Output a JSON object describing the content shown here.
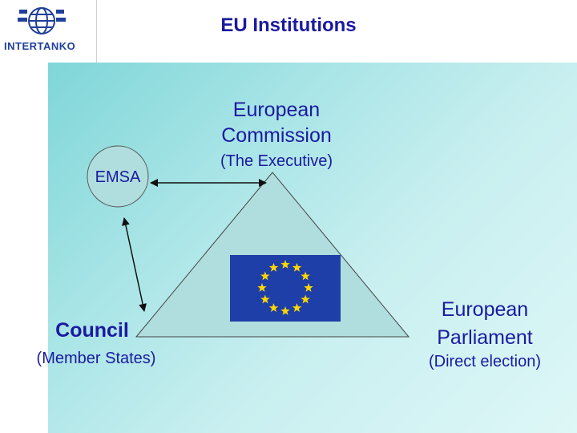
{
  "header": {
    "title": "EU Institutions",
    "logo_text": "INTERTANKO"
  },
  "diagram": {
    "emsa": "EMSA",
    "commission": {
      "name_line1": "European",
      "name_line2": "Commission",
      "role": "(The Executive)"
    },
    "council": {
      "name": "Council",
      "role": "(Member States)"
    },
    "parliament": {
      "name_line1": "European",
      "name_line2": "Parliament",
      "role": "(Direct election)"
    }
  },
  "colors": {
    "text": "#1a1aa0",
    "triangle_fill": "#b0dede",
    "eu_blue": "#1f3fa8",
    "eu_star": "#ffd700"
  }
}
